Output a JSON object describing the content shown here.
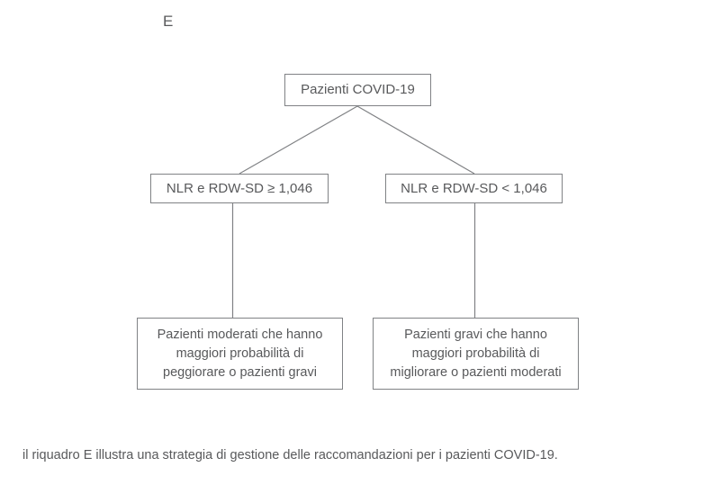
{
  "figure": {
    "panel_letter": "E",
    "caption": "il riquadro E illustra una strategia di gestione delle raccomandazioni per i pazienti COVID-19.",
    "line_color": "#808285",
    "text_color": "#58595b",
    "background_color": "#ffffff"
  },
  "diagram": {
    "type": "flowchart",
    "root": {
      "label": "Pazienti COVID-19"
    },
    "branches": [
      {
        "label": "NLR e RDW-SD ≥ 1,046",
        "outcome": "Pazienti moderati che hanno\nmaggiori probabilità di\npeggiorare o pazienti gravi"
      },
      {
        "label": "NLR e RDW-SD < 1,046",
        "outcome": "Pazienti gravi che hanno\nmaggiori probabilità di\nmigliorare o pazienti moderati"
      }
    ]
  }
}
